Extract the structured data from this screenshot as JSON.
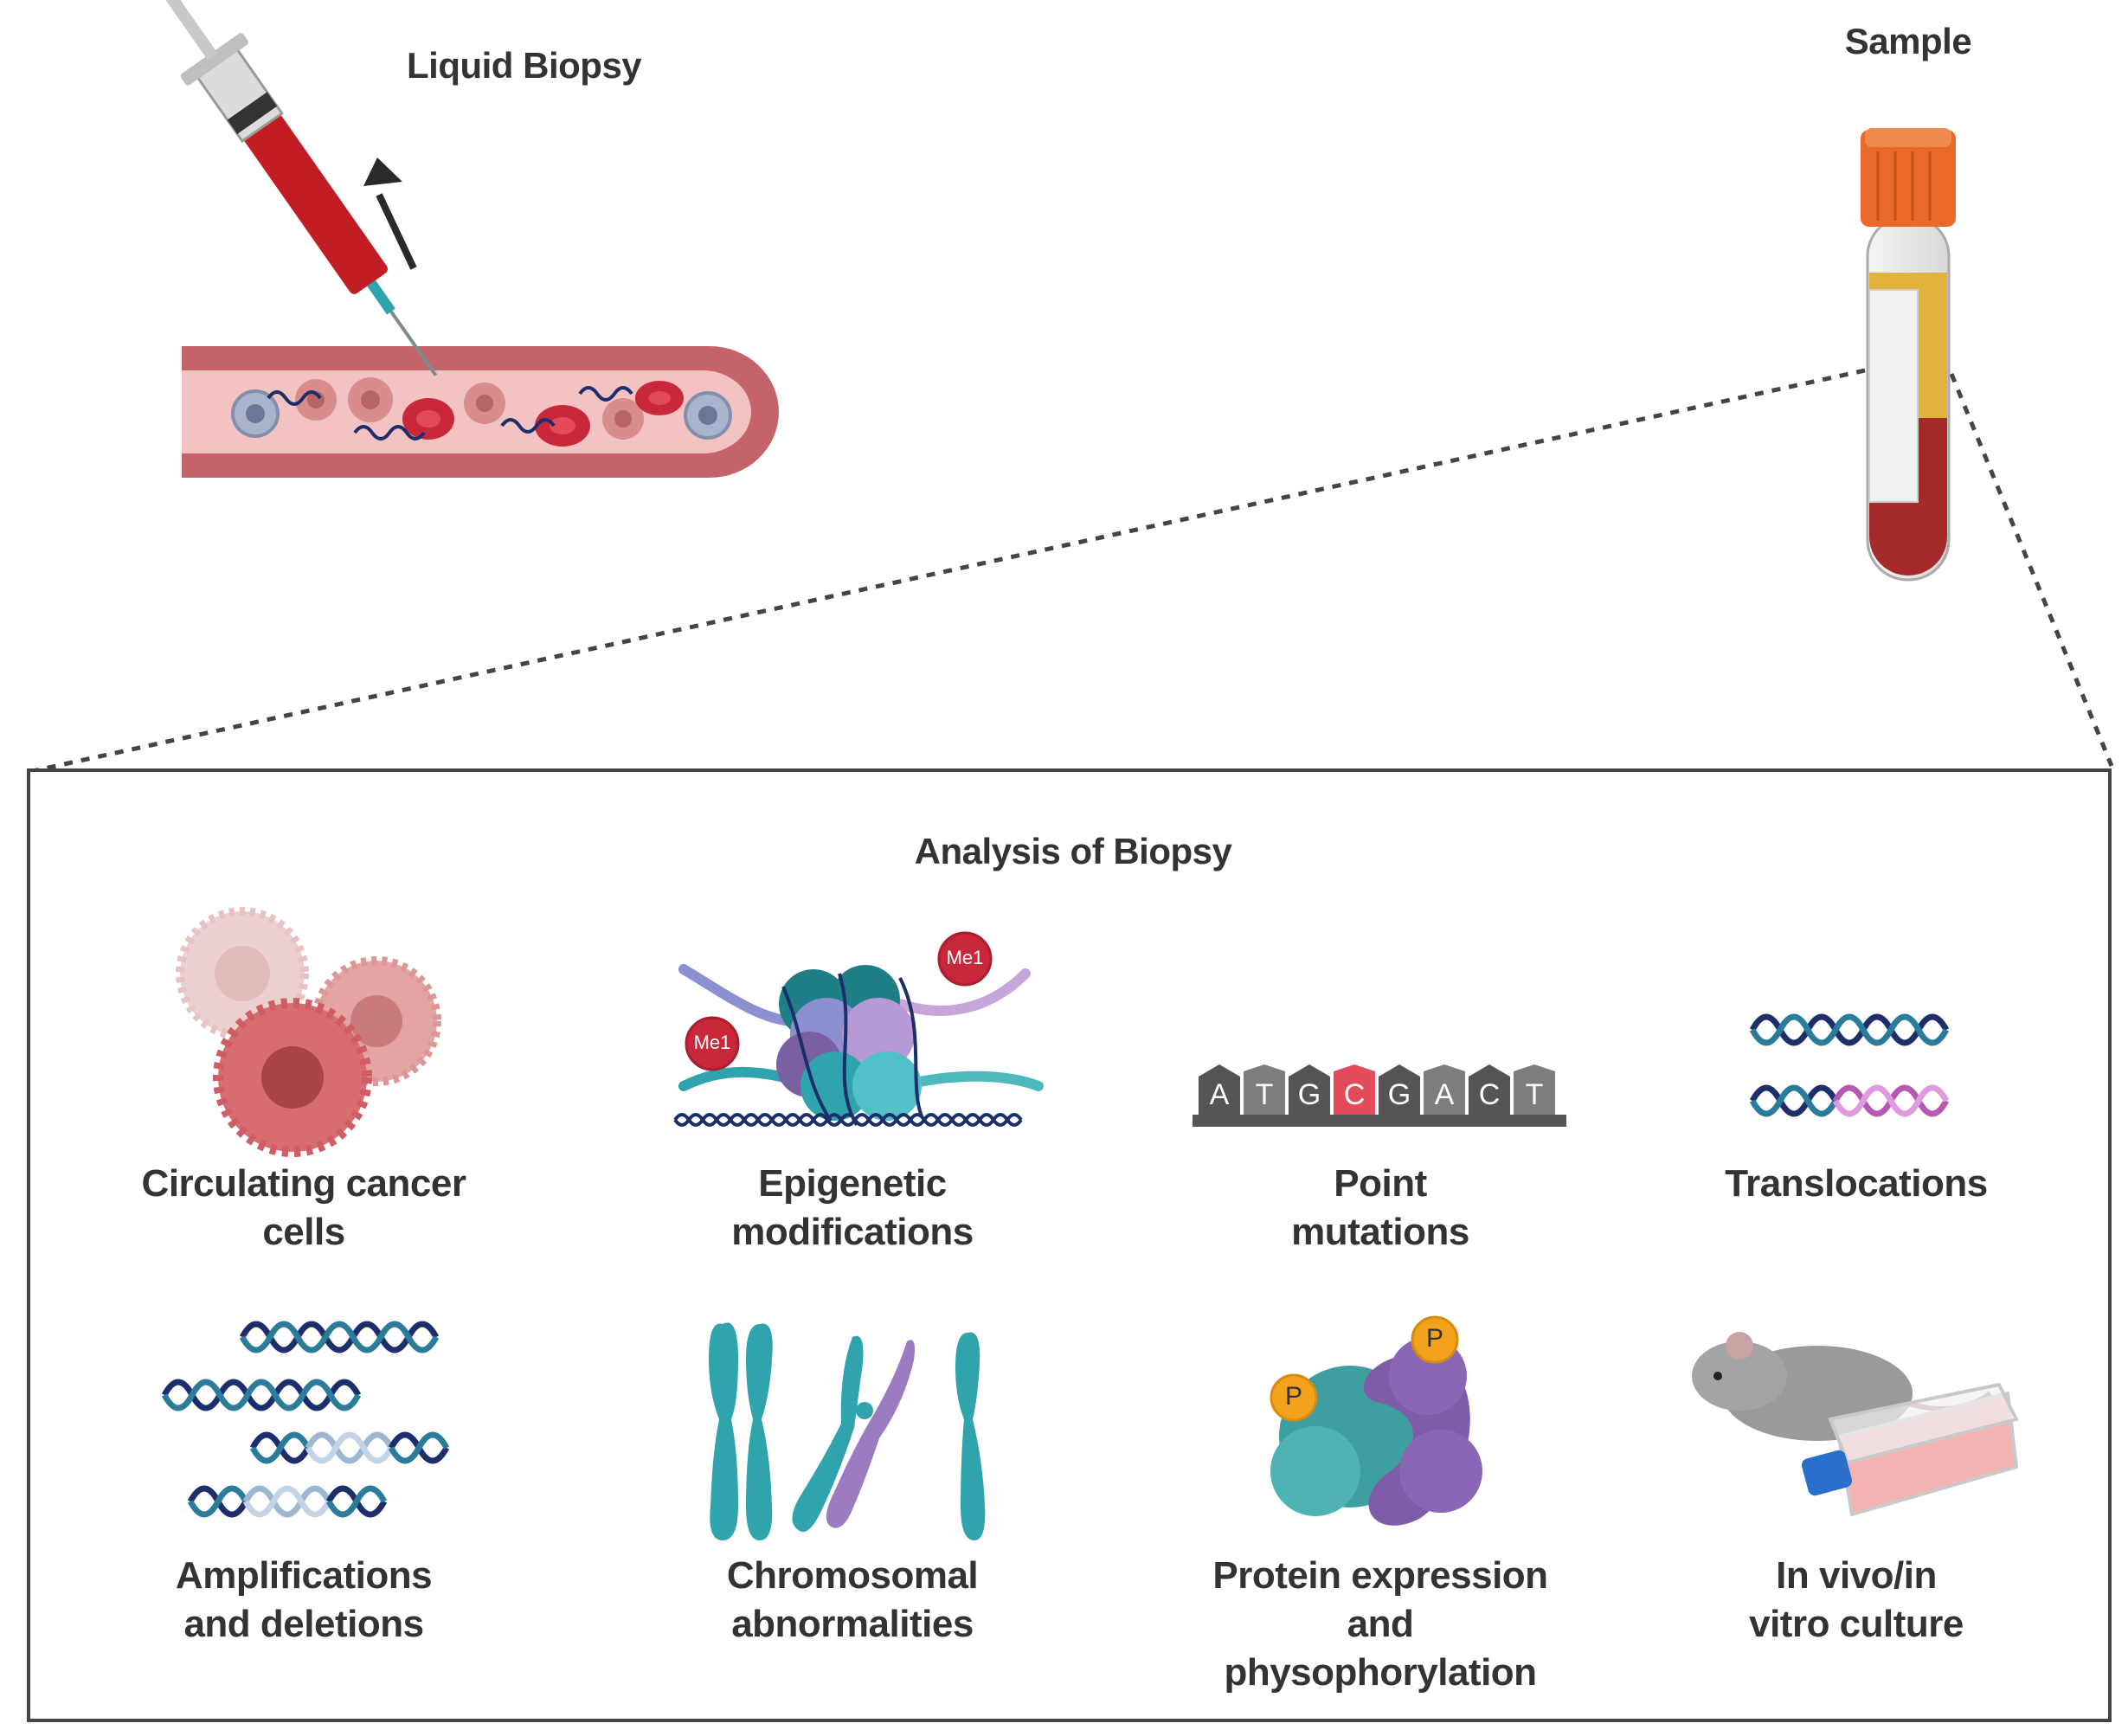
{
  "header": {
    "liquid_biopsy": "Liquid Biopsy",
    "sample": "Sample"
  },
  "panel": {
    "title": "Analysis of Biopsy",
    "methyl_tag": "Me1",
    "phospho_tag": "P",
    "dna_letters": [
      "A",
      "T",
      "G",
      "C",
      "G",
      "A",
      "C",
      "T"
    ],
    "items": [
      {
        "line1": "Circulating cancer",
        "line2": "cells",
        "line3": ""
      },
      {
        "line1": "Epigenetic",
        "line2": "modifications",
        "line3": ""
      },
      {
        "line1": "Point",
        "line2": "mutations",
        "line3": ""
      },
      {
        "line1": "Translocations",
        "line2": "",
        "line3": ""
      },
      {
        "line1": "Amplifications",
        "line2": "and deletions",
        "line3": ""
      },
      {
        "line1": "Chromosomal",
        "line2": "abnormalities",
        "line3": ""
      },
      {
        "line1": "Protein expression",
        "line2": "and",
        "line3": "physophorylation"
      },
      {
        "line1": "In vivo/in",
        "line2": "vitro culture",
        "line3": ""
      }
    ]
  },
  "colors": {
    "vessel": "#c4646a",
    "blood": "#a52a2a",
    "plasma": "#e2b33a",
    "cap": "#e8692a",
    "teal": "#2fa4ad",
    "navy": "#1c2f6b",
    "purple": "#8b64b0",
    "mutation": "#e34a5a",
    "frame": "#444444"
  }
}
